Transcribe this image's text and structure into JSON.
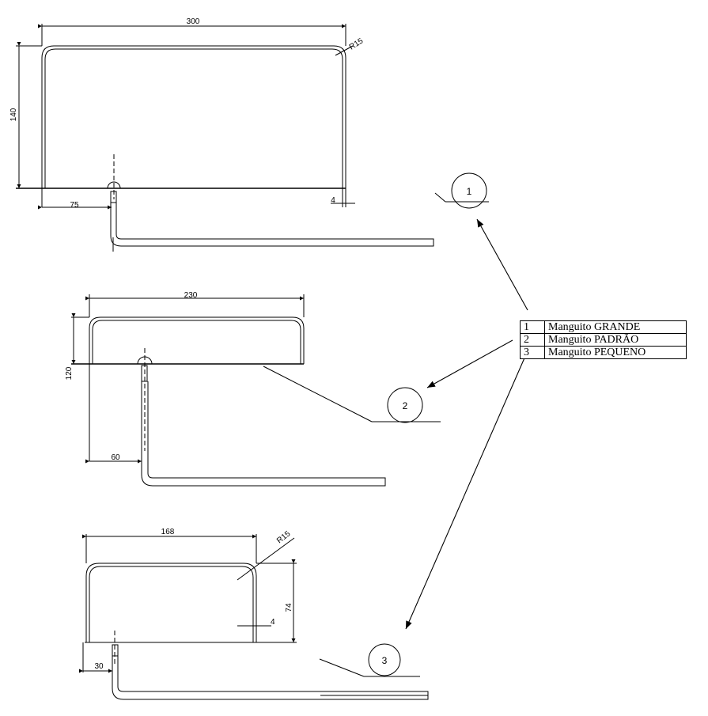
{
  "drawing_1": {
    "width_dim": "300",
    "height_dim": "140",
    "radius": "R15",
    "offset_dim": "75",
    "thickness_dim": "4"
  },
  "drawing_2": {
    "width_dim": "230",
    "height_dim": "120",
    "offset_dim": "60"
  },
  "drawing_3": {
    "width_dim": "168",
    "height_dim": "74",
    "radius": "R15",
    "offset_dim": "30",
    "thickness_dim": "4"
  },
  "balloons": [
    "1",
    "2",
    "3"
  ],
  "legend": [
    {
      "num": "1",
      "label": "Manguito GRANDE"
    },
    {
      "num": "2",
      "label": "Manguito PADRÃO"
    },
    {
      "num": "3",
      "label": "Manguito PEQUENO"
    }
  ]
}
